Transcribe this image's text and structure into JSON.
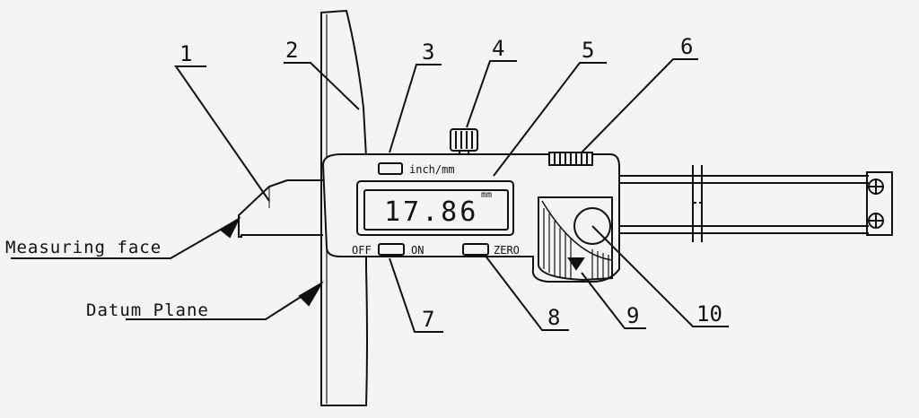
{
  "display": {
    "unit": "mm",
    "reading": "17.86"
  },
  "buttons": {
    "unit_toggle": "inch/mm",
    "off": "OFF",
    "on": "ON",
    "zero": "ZERO"
  },
  "callouts": {
    "n1": "1",
    "n2": "2",
    "n3": "3",
    "n4": "4",
    "n5": "5",
    "n6": "6",
    "n7": "7",
    "n8": "8",
    "n9": "9",
    "n10": "10"
  },
  "labels": {
    "measuring_face": "Measuring face",
    "datum_plane": "Datum Plane"
  },
  "colors": {
    "ink": "#111111",
    "paper": "#f4f4f4"
  }
}
